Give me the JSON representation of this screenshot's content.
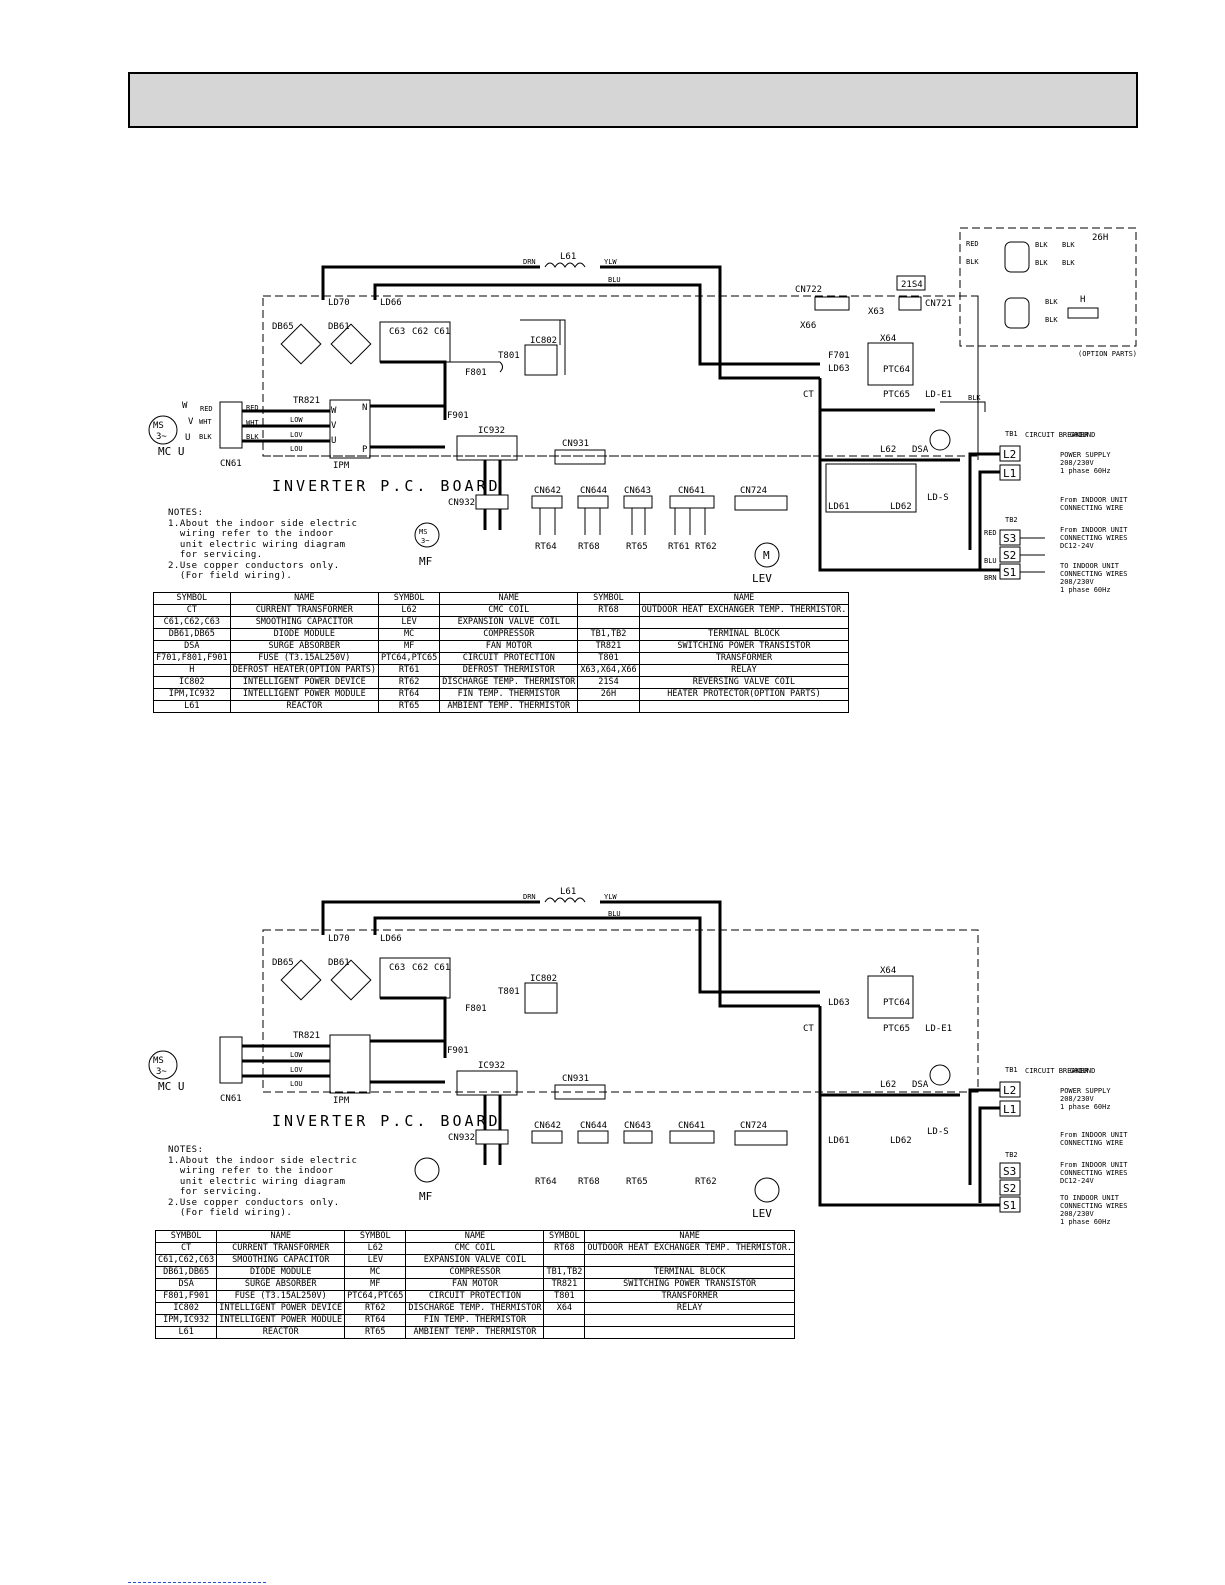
{
  "header": {
    "title": ""
  },
  "diagrams": [
    {
      "board_label": "INVERTER P.C. BOARD",
      "wires_top": {
        "drn": "DRN",
        "l61": "L61",
        "ylw": "YLW",
        "blu": "BLU"
      },
      "components": {
        "ld70": "LD70",
        "ld66": "LD66",
        "db65": "DB65",
        "db61": "DB61",
        "c63": "C63",
        "c62": "C62",
        "c61": "C61",
        "ic802": "IC802",
        "t801": "T801",
        "f801": "F801",
        "tr821": "TR821",
        "f901": "F901",
        "ic932": "IC932",
        "ipm": "IPM",
        "cn61": "CN61",
        "cn931": "CN931",
        "cn932": "CN932",
        "cn642": "CN642",
        "cn644": "CN644",
        "cn643": "CN643",
        "cn641": "CN641",
        "cn724": "CN724",
        "cn722": "CN722",
        "cn721": "CN721",
        "x66": "X66",
        "x63": "X63",
        "x64": "X64",
        "s21s4": "21S4",
        "f701": "F701",
        "ld63": "LD63",
        "ct": "CT",
        "ptc64": "PTC64",
        "ptc65": "PTC65",
        "lde1": "LD-E1",
        "l62": "L62",
        "dsa": "DSA",
        "ld61": "LD61",
        "ld62": "LD62",
        "lds": "LD-S",
        "rt64": "RT64",
        "rt68": "RT68",
        "rt65": "RT65",
        "rt61": "RT61",
        "rt62": "RT62",
        "lev": "LEV",
        "mf": "MF",
        "mcu": "MC U",
        "s26h": "26H",
        "h": "H",
        "tb1": "TB1",
        "tb2": "TB2",
        "option_parts": "(OPTION PARTS)"
      },
      "motor_wires": {
        "w": "W",
        "v": "V",
        "u": "U",
        "red": "RED",
        "wht": "WHT",
        "blk": "BLK",
        "low": "LOW",
        "lov": "LOV",
        "lou": "LOU",
        "n": "N",
        "p": "P"
      },
      "terminals": {
        "l2": "L2",
        "l1": "L1",
        "s3": "S3",
        "s2": "S2",
        "s1": "S1"
      },
      "terminal_notes": {
        "breaker": "CIRCUIT BREAKER",
        "ground": "GROUND",
        "power": "POWER SUPPLY",
        "power2": "208/230V",
        "power3": "1 phase 60Hz",
        "indoor1": "From INDOOR UNIT",
        "indoor1b": "CONNECTING WIRE",
        "indoor2": "From INDOOR UNIT",
        "indoor2b": "CONNECTING WIRES",
        "indoor2c": "DC12-24V",
        "indoor3": "TO INDOOR UNIT",
        "indoor3b": "CONNECTING WIRES",
        "indoor3c": "208/230V",
        "indoor3d": "1 phase 60Hz"
      },
      "wire_colors_right": {
        "blk": "BLK",
        "red": "RED",
        "blu": "BLU",
        "brn": "BRN",
        "grn": "GRN"
      },
      "notes": "NOTES:\n1.About the indoor side electric\n  wiring refer to the indoor\n  unit electric wiring diagram\n  for servicing.\n2.Use copper conductors only.\n  (For field wiring).",
      "table": [
        [
          "SYMBOL",
          "NAME",
          "SYMBOL",
          "NAME",
          "SYMBOL",
          "NAME"
        ],
        [
          "CT",
          "CURRENT TRANSFORMER",
          "L62",
          "CMC COIL",
          "RT68",
          "OUTDOOR HEAT EXCHANGER TEMP. THERMISTOR."
        ],
        [
          "C61,C62,C63",
          "SMOOTHING CAPACITOR",
          "LEV",
          "EXPANSION VALVE COIL",
          "",
          ""
        ],
        [
          "DB61,DB65",
          "DIODE MODULE",
          "MC",
          "COMPRESSOR",
          "TB1,TB2",
          "TERMINAL BLOCK"
        ],
        [
          "DSA",
          "SURGE ABSORBER",
          "MF",
          "FAN MOTOR",
          "TR821",
          "SWITCHING POWER TRANSISTOR"
        ],
        [
          "F701,F801,F901",
          "FUSE (T3.15AL250V)",
          "PTC64,PTC65",
          "CIRCUIT PROTECTION",
          "T801",
          "TRANSFORMER"
        ],
        [
          "H",
          "DEFROST HEATER(OPTION PARTS)",
          "RT61",
          "DEFROST THERMISTOR",
          "X63,X64,X66",
          "RELAY"
        ],
        [
          "IC802",
          "INTELLIGENT POWER DEVICE",
          "RT62",
          "DISCHARGE TEMP. THERMISTOR",
          "21S4",
          "REVERSING VALVE COIL"
        ],
        [
          "IPM,IC932",
          "INTELLIGENT POWER MODULE",
          "RT64",
          "FIN TEMP. THERMISTOR",
          "26H",
          "HEATER PROTECTOR(OPTION PARTS)"
        ],
        [
          "L61",
          "REACTOR",
          "RT65",
          "AMBIENT TEMP. THERMISTOR",
          "",
          ""
        ]
      ]
    },
    {
      "board_label": "INVERTER P.C. BOARD",
      "notes": "NOTES:\n1.About the indoor side electric\n  wiring refer to the indoor\n  unit electric wiring diagram\n  for servicing.\n2.Use copper conductors only.\n  (For field wiring).",
      "table": [
        [
          "SYMBOL",
          "NAME",
          "SYMBOL",
          "NAME",
          "SYMBOL",
          "NAME"
        ],
        [
          "CT",
          "CURRENT TRANSFORMER",
          "L62",
          "CMC COIL",
          "RT68",
          "OUTDOOR HEAT EXCHANGER TEMP. THERMISTOR."
        ],
        [
          "C61,C62,C63",
          "SMOOTHING CAPACITOR",
          "LEV",
          "EXPANSION VALVE COIL",
          "",
          ""
        ],
        [
          "DB61,DB65",
          "DIODE MODULE",
          "MC",
          "COMPRESSOR",
          "TB1,TB2",
          "TERMINAL BLOCK"
        ],
        [
          "DSA",
          "SURGE ABSORBER",
          "MF",
          "FAN MOTOR",
          "TR821",
          "SWITCHING POWER TRANSISTOR"
        ],
        [
          "F801,F901",
          "FUSE (T3.15AL250V)",
          "PTC64,PTC65",
          "CIRCUIT PROTECTION",
          "T801",
          "TRANSFORMER"
        ],
        [
          "IC802",
          "INTELLIGENT POWER DEVICE",
          "RT62",
          "DISCHARGE TEMP. THERMISTOR",
          "X64",
          "RELAY"
        ],
        [
          "IPM,IC932",
          "INTELLIGENT POWER MODULE",
          "RT64",
          "FIN TEMP. THERMISTOR",
          "",
          ""
        ],
        [
          "L61",
          "REACTOR",
          "RT65",
          "AMBIENT TEMP. THERMISTOR",
          "",
          ""
        ]
      ]
    }
  ]
}
